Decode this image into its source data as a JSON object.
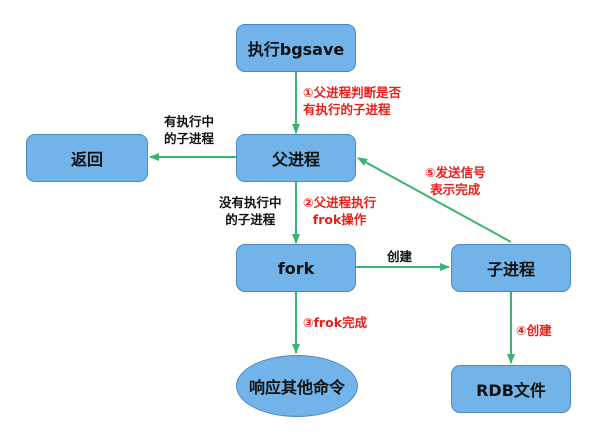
{
  "nodes": {
    "bgsave": "执行bgsave",
    "return": "返回",
    "parent": "父进程",
    "fork": "fork",
    "child": "子进程",
    "respond": "响应其他命令",
    "rdb": "RDB文件"
  },
  "edge_labels": {
    "step1_line1": "①父进程判断是否",
    "step1_line2": "有执行的子进程",
    "has_child_line1": "有执行中",
    "has_child_line2": "的子进程",
    "no_child_line1": "没有执行中",
    "no_child_line2": "的子进程",
    "step2_line1": "②父进程执行",
    "step2_line2": "frok操作",
    "create": "创建",
    "step3": "③frok完成",
    "step4": "④创建",
    "step5_line1": "⑤发送信号",
    "step5_line2": "表示完成"
  },
  "colors": {
    "node_fill": "#72b4ea",
    "node_border": "#4c89c1",
    "arrow": "#3cb371",
    "step_label": "#e8201a"
  }
}
